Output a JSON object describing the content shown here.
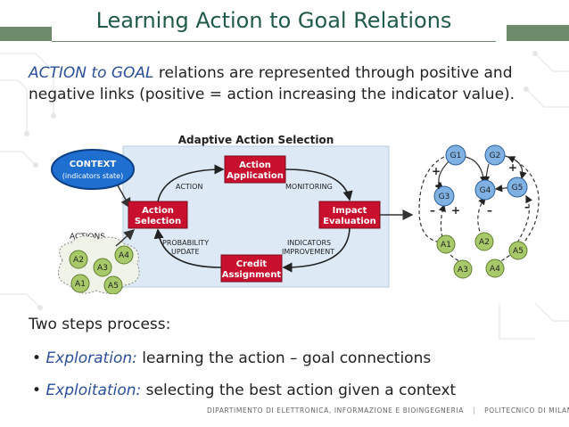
{
  "slide": {
    "title": "Learning Action to Goal Relations",
    "intro_emph": "ACTION to GOAL",
    "intro_rest": " relations are represented through positive and negative links (positive = action increasing the indicator value)."
  },
  "diagram": {
    "panel_title": "Adaptive Action Selection",
    "context_line1": "CONTEXT",
    "context_line2": "(indicators state)",
    "box_application": [
      "Action",
      "Application"
    ],
    "box_selection": [
      "Action",
      "Selection"
    ],
    "box_impact": [
      "Impact",
      "Evaluation"
    ],
    "box_credit": [
      "Credit",
      "Assignment"
    ],
    "label_action": "ACTION",
    "label_monitoring": "MONITORING",
    "label_prob": [
      "PROBABILITY",
      "UPDATE"
    ],
    "label_indicators": [
      "INDICATORS",
      "IMPROVEMENT"
    ],
    "label_actions": "ACTIONS",
    "action_nodes": [
      "A2",
      "A4",
      "A3",
      "A1",
      "A5"
    ],
    "goal_nodes": [
      "G1",
      "G2",
      "G3",
      "G4",
      "G5"
    ],
    "graph_action_nodes": [
      "A1",
      "A2",
      "A5",
      "A3",
      "A4"
    ],
    "signs": [
      "+",
      "+",
      "+",
      "–",
      "+",
      "–",
      "–"
    ]
  },
  "steps": {
    "heading": "Two steps process:",
    "items": [
      {
        "emph": "Exploration:",
        "rest": " learning the action – goal connections"
      },
      {
        "emph": "Exploitation:",
        "rest": " selecting the best action given a context"
      }
    ]
  },
  "footer": {
    "dept": "DIPARTIMENTO DI ELETTRONICA, INFORMAZIONE E BIOINGEGNERIA",
    "sep": "|",
    "uni": "POLITECNICO DI MILANO"
  },
  "colors": {
    "accent": "#1f5a4a",
    "bar": "#6d8a6a",
    "box_red": "#c8102e",
    "node_green": "#a7c96a",
    "node_blue": "#7fb1e3",
    "context_blue": "#1f6fd0",
    "panel_bg": "#dde9f5"
  }
}
